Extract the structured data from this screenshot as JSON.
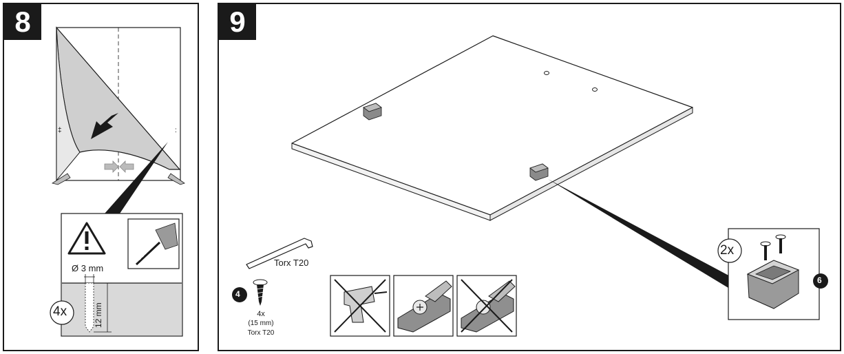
{
  "step8": {
    "number": "8",
    "drill_diameter": "Ø 3 mm",
    "drill_depth": "12 mm",
    "quantity": "4x"
  },
  "step9": {
    "number": "9",
    "tool_label": "Torx T20",
    "screw_badge": "4",
    "screw_qty": "4x",
    "screw_length": "(15 mm)",
    "screw_bit": "Torx T20",
    "detail_qty": "2x",
    "part_badge": "6"
  },
  "colors": {
    "outline": "#1a1a1a",
    "panel_gray": "#d9d9d9",
    "light_gray": "#eeeeee",
    "mid_gray": "#b3b3b3",
    "dark_gray": "#6e6e6e"
  }
}
